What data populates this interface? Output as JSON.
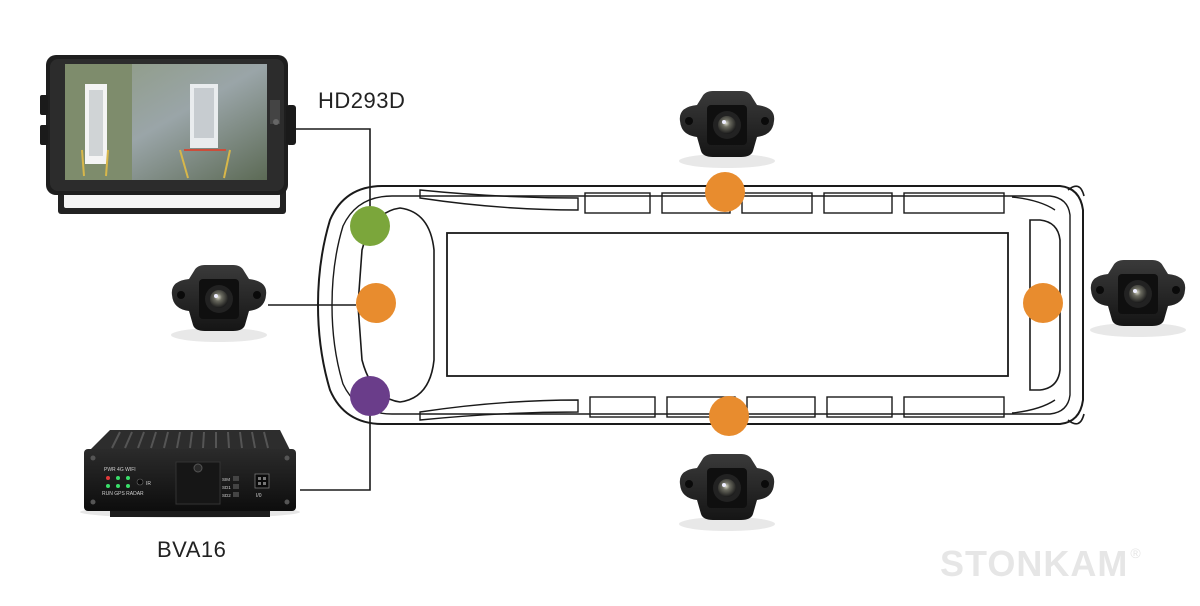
{
  "monitor": {
    "model": "HD293D"
  },
  "dvr": {
    "model": "BVA16",
    "indicators_top": "PWR  4G  WIFI",
    "indicators_bottom": "RUN GPS RADAR",
    "ir_label": "IR",
    "slot_labels": [
      "SIM",
      "SD1",
      "SD2"
    ],
    "port_label": "I/0"
  },
  "brand": {
    "name": "STONKAM",
    "mark": "®"
  },
  "colors": {
    "camera_dot": "#E88C2E",
    "monitor_dot": "#7BA63B",
    "dvr_dot": "#6A3D8A",
    "line": "#1a1a1a",
    "brand": "#e6e6e6"
  },
  "cameras": [
    "front-camera",
    "left-side-camera",
    "right-side-camera",
    "rear-camera"
  ]
}
